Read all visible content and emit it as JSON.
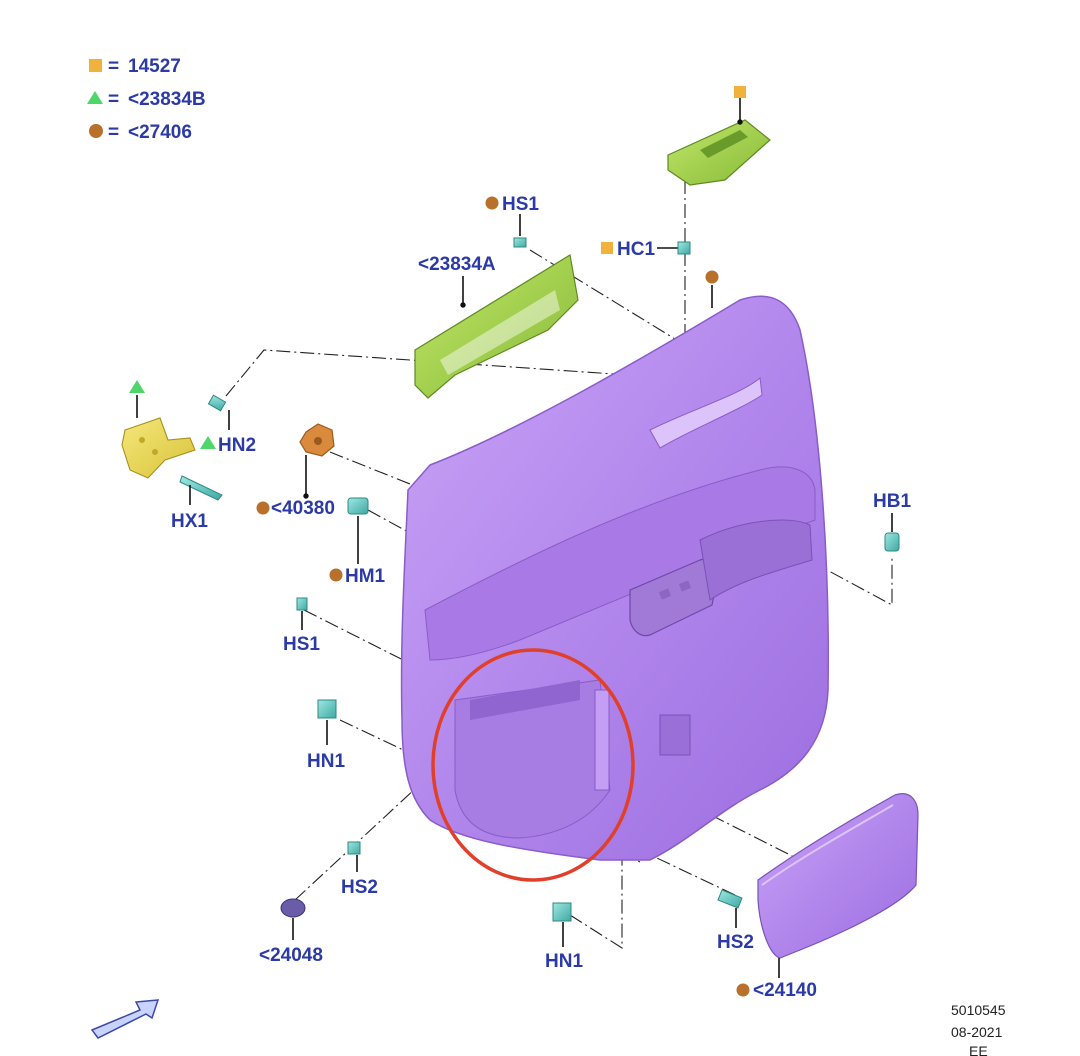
{
  "legend": {
    "items": [
      {
        "symbol": "square",
        "color": "#f0b23c",
        "eq": "=",
        "text": "14527"
      },
      {
        "symbol": "triangle",
        "color": "#4fd66a",
        "eq": "=",
        "text": "<23834B"
      },
      {
        "symbol": "circle",
        "color": "#b8702a",
        "eq": "=",
        "text": "<27406"
      }
    ]
  },
  "callouts": {
    "hs1_top": "HS1",
    "hc1": "HC1",
    "p23834a": "<23834A",
    "hn2": "HN2",
    "hx1": "HX1",
    "p40380": "<40380",
    "hm1": "HM1",
    "hb1": "HB1",
    "hs1_left": "HS1",
    "hn1_left": "HN1",
    "hs2_left": "HS2",
    "p24048": "<24048",
    "hn1_bottom": "HN1",
    "hs2_right": "HS2",
    "p24140": "<24140"
  },
  "footer": {
    "doc_number": "5010545",
    "date": "08-2021",
    "code": "EE"
  },
  "colors": {
    "label": "#2b3aa6",
    "panel": "#b98cf0",
    "switch_bezel": "#9fd24a",
    "bracket": "#e8d24a",
    "clip": "#5ec8c0",
    "highlight_ring": "#e0402a",
    "marker_square": "#f0b23c",
    "marker_triangle": "#4fd66a",
    "marker_circle": "#b8702a"
  },
  "icons": {
    "direction_arrow": "outline-arrow-icon"
  }
}
